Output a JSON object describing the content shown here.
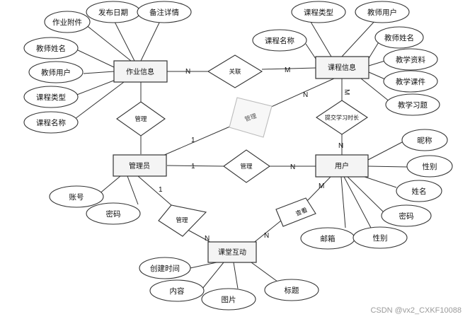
{
  "entities": {
    "assignment": "作业信息",
    "course": "课程信息",
    "admin": "管理员",
    "user": "用户",
    "classroom": "课堂互动"
  },
  "relationships": {
    "assoc": "关联",
    "manage_assignment": "管理",
    "manage_course": "管理",
    "manage_user": "管理",
    "submit_time": "提交学习时长",
    "manage_classroom": "管理",
    "view": "查看"
  },
  "attributes": {
    "assignment": [
      "作业附件",
      "发布日期",
      "备注详情",
      "教师姓名",
      "教师用户",
      "课程类型",
      "课程名称"
    ],
    "course": [
      "课程类型",
      "教师用户",
      "课程名称",
      "教师姓名",
      "教学资料",
      "教学课件",
      "教学习题"
    ],
    "admin": [
      "账号",
      "密码"
    ],
    "user": [
      "昵称",
      "性别",
      "姓名",
      "密码",
      "邮箱",
      "性别"
    ],
    "classroom": [
      "创建时间",
      "内容",
      "图片",
      "标题"
    ]
  },
  "cardinalities": {
    "assoc_left": "N",
    "assoc_right": "M",
    "course_admin_course": "N",
    "course_admin_admin": "1",
    "course_user_course": "M",
    "course_user_user": "N",
    "admin_user_admin": "1",
    "admin_user_user": "N",
    "admin_class_admin": "1",
    "admin_class_class": "N",
    "view_user": "M",
    "view_class": "N"
  },
  "watermark": "CSDN @vx2_CXKF10088"
}
